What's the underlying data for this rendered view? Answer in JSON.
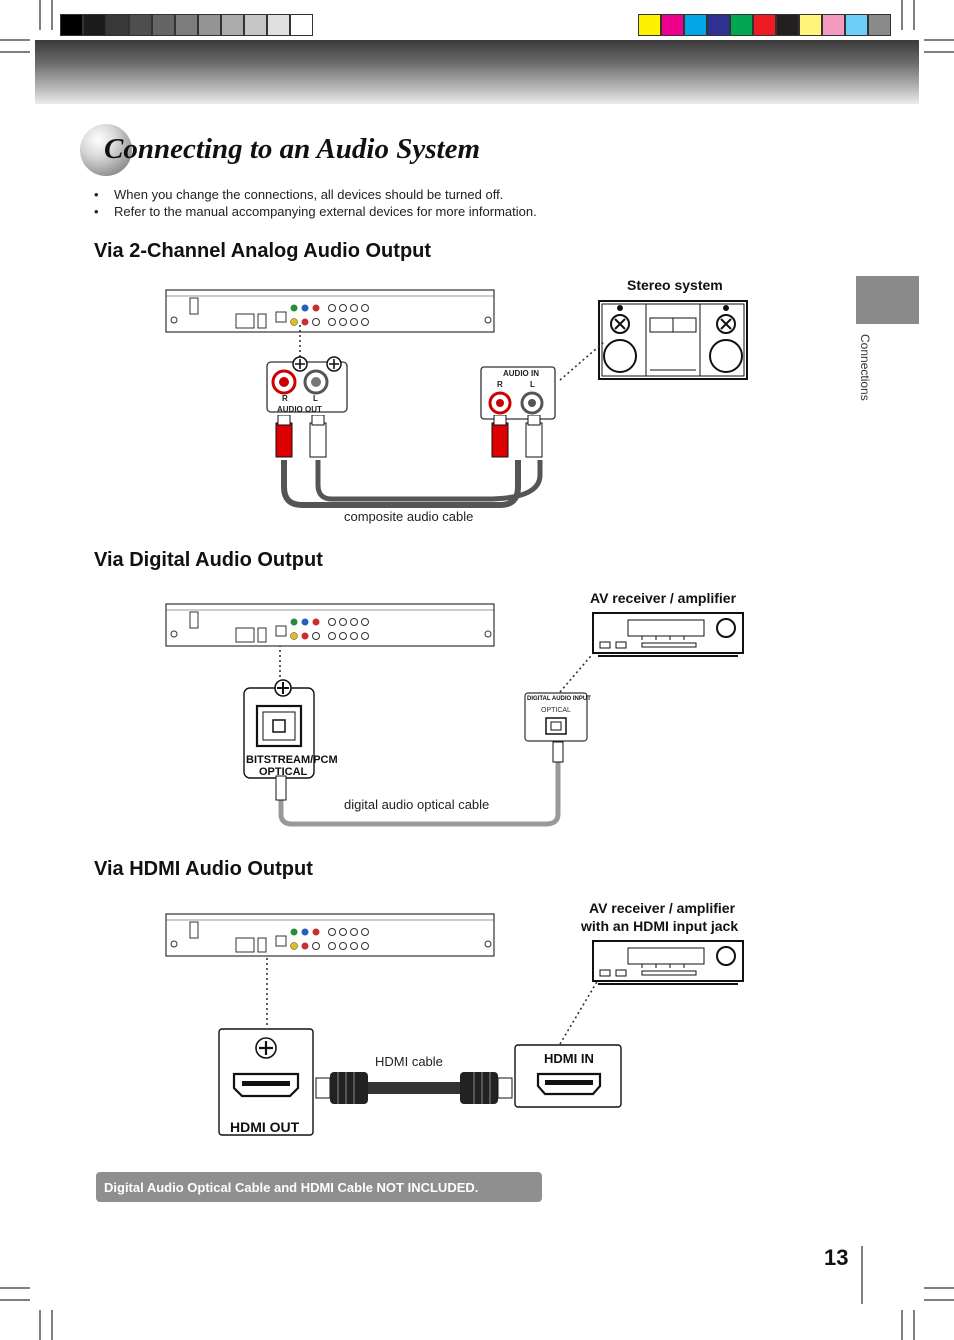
{
  "header": {
    "gray_swatches": [
      "#000000",
      "#1c1c1c",
      "#383838",
      "#4e4e4e",
      "#656565",
      "#7c7c7c",
      "#949494",
      "#acacac",
      "#c6c6c6",
      "#e0e0e0",
      "#ffffff"
    ],
    "color_swatches": [
      "#fff200",
      "#ec008c",
      "#00a6e6",
      "#2e3192",
      "#00a651",
      "#ed1c24",
      "#231f20",
      "#fff57a",
      "#f49ac1",
      "#6dcff6",
      "#8a8a8a"
    ]
  },
  "page": {
    "title": "Connecting to an Audio System",
    "bullets": [
      "When you change the connections, all devices should be turned off.",
      "Refer to the manual accompanying external devices for more information."
    ],
    "side_tab_label": "Connections",
    "page_number": "13"
  },
  "sections": {
    "analog": {
      "heading": "Via 2-Channel Analog Audio Output",
      "device_label": "Stereo system",
      "player_jack_label": "AUDIO OUT",
      "jack_r": "R",
      "jack_l": "L",
      "input_label": "AUDIO IN",
      "cable_label": "composite audio cable"
    },
    "digital": {
      "heading": "Via Digital Audio Output",
      "device_label": "AV receiver / amplifier",
      "player_jack_label_1": "BITSTREAM/PCM",
      "player_jack_label_2": "OPTICAL",
      "input_label": "DIGITAL AUDIO INPUT",
      "input_sub": "OPTICAL",
      "cable_label": "digital audio optical cable"
    },
    "hdmi": {
      "heading": "Via HDMI Audio Output",
      "device_label_1": "AV receiver / amplifier",
      "device_label_2": "with an HDMI input jack",
      "player_jack_label": "HDMI OUT",
      "input_label": "HDMI IN",
      "cable_label": "HDMI cable"
    }
  },
  "note": "Digital Audio Optical Cable and HDMI Cable NOT INCLUDED."
}
